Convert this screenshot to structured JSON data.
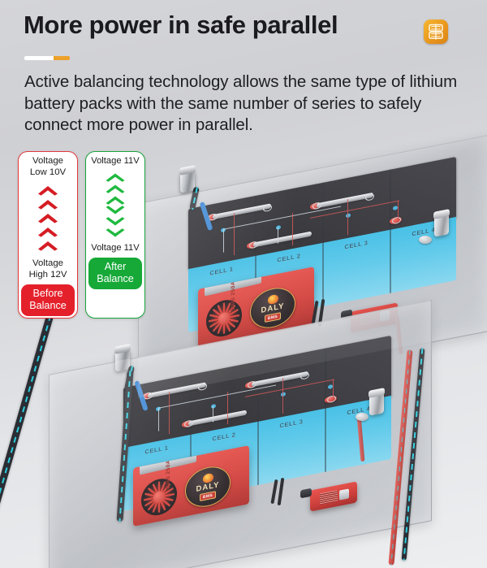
{
  "header": {
    "title": "More power in safe parallel",
    "subtitle": "Active balancing technology allows the same type of lithium battery packs with the same number of series to safely connect more power in parallel.",
    "brand_icon": "bms-battery-icon",
    "divider_colors": {
      "left": "#ffffff",
      "right": "#eda02a"
    },
    "title_color": "#1b1b1f"
  },
  "balance_panels": [
    {
      "id": "before",
      "top_text": "Voltage\nLow 10V",
      "bottom_text": "Voltage\nHigh 12V",
      "badge_label": "Before\nBalance",
      "accent_color": "#e4212b",
      "border_color": "#e4373c",
      "arrows": [
        {
          "direction": "up"
        },
        {
          "direction": "up"
        },
        {
          "direction": "up"
        },
        {
          "direction": "up"
        },
        {
          "direction": "up"
        }
      ]
    },
    {
      "id": "after",
      "top_text": "Voltage 11V",
      "bottom_text": "Voltage 11V",
      "badge_label": "After\nBalance",
      "accent_color": "#17a938",
      "border_color": "#19a43c",
      "arrows": [
        {
          "direction": "up"
        },
        {
          "direction": "up"
        },
        {
          "direction": "up"
        },
        {
          "direction": "down"
        },
        {
          "direction": "down"
        },
        {
          "direction": "down"
        }
      ]
    }
  ],
  "scene": {
    "packs": [
      {
        "id": "pack-top",
        "cells": [
          "CELL 1",
          "CELL 2",
          "CELL 3",
          "CELL 4"
        ],
        "bms": {
          "brand": "DALY",
          "badge": "BMS",
          "side_text": "BMS 250A",
          "body_color": "#d0342f"
        }
      },
      {
        "id": "pack-bottom",
        "cells": [
          "CELL 1",
          "CELL 2",
          "CELL 3",
          "CELL 4"
        ],
        "bms": {
          "brand": "DALY",
          "badge": "BMS",
          "side_text": "BMS 250A",
          "body_color": "#d0342f"
        }
      }
    ],
    "colors": {
      "cell_blue": "#4fc4e8",
      "cell_top_black": "#1d1d22",
      "bms_red": "#d0342f",
      "cable_teal": "#2ad7e8",
      "cable_red": "#cc3b35",
      "tray_gray": "#b0b3b9"
    }
  }
}
